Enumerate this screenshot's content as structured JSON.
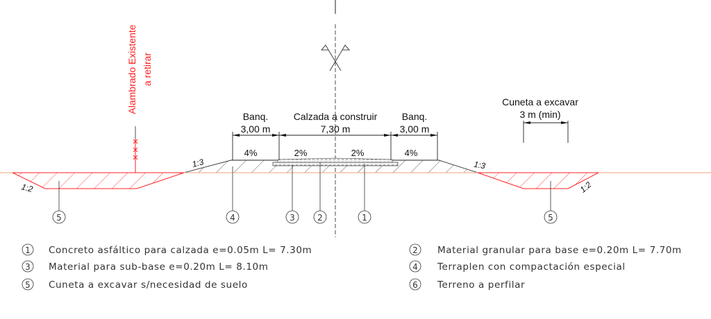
{
  "title_labels": {
    "fence": [
      "Alambrado Existente",
      "a retirar"
    ],
    "shoulder_left": {
      "label": "Banq.",
      "width": "3,00 m"
    },
    "roadway": {
      "label": "Calzada a construir",
      "width": "7,30 m"
    },
    "shoulder_right": {
      "label": "Banq.",
      "width": "3,00 m"
    },
    "ditch": {
      "label": "Cuneta a excavar",
      "width": "3 m (min)"
    }
  },
  "slopes": {
    "shoulder_left": "4%",
    "lane_left": "2%",
    "lane_right": "2%",
    "shoulder_right": "4%",
    "embankment_left": "1:3",
    "embankment_right": "1:3",
    "ditch_left": "1:2",
    "ditch_right": "1:2"
  },
  "callouts": [
    "5",
    "4",
    "3",
    "2",
    "1",
    "5"
  ],
  "legend": [
    {
      "num": "1",
      "text": "Concreto asfáltico para calzada e=0.05m L= 7.30m"
    },
    {
      "num": "2",
      "text": "Material granular para base e=0.20m L= 7.70m"
    },
    {
      "num": "3",
      "text": "Material para sub-base e=0.20m L= 8.10m"
    },
    {
      "num": "4",
      "text": "Terraplen con compactación especial"
    },
    {
      "num": "5",
      "text": "Cuneta a excavar s/necesidad de suelo"
    },
    {
      "num": "6",
      "text": "Terreno a perfilar"
    }
  ],
  "colors": {
    "line": "#222222",
    "excavation": "#ff2020",
    "ground": "#f5a27a"
  }
}
